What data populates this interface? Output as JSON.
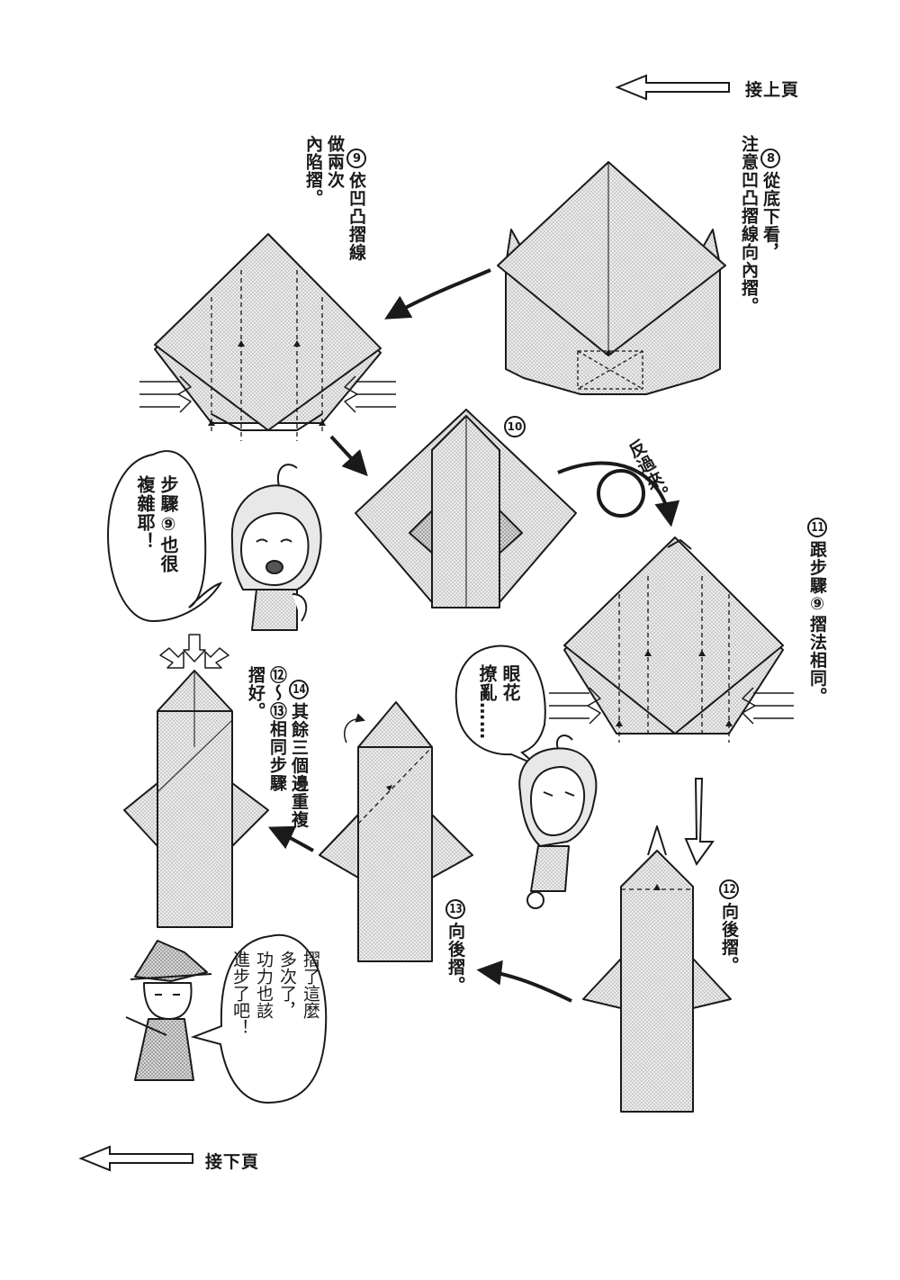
{
  "navigation": {
    "prev_page": "接上頁",
    "next_page": "接下頁"
  },
  "steps": [
    {
      "number": "8",
      "text": "從底下看，\n注意凹凸摺線向內摺。"
    },
    {
      "number": "9",
      "text": "依凹凸摺線\n做兩次\n內陷摺。"
    },
    {
      "number": "10",
      "text": ""
    },
    {
      "number": "11",
      "text": "跟步驟⑨摺法相同。"
    },
    {
      "number": "12",
      "text": "向後摺。"
    },
    {
      "number": "13",
      "text": "向後摺。"
    },
    {
      "number": "14",
      "text": "其餘三個邊重複\n⑫～⑬相同步驟\n摺好。"
    }
  ],
  "annotations": {
    "flip": "反過來。"
  },
  "speech_bubbles": [
    {
      "id": "girl-1",
      "text": "步驟⑨也很\n複雜耶！"
    },
    {
      "id": "girl-2",
      "text": "眼花\n撩亂……"
    },
    {
      "id": "wizard",
      "text": "摺了這麼\n多次了，\n功力也該\n進步了吧！"
    }
  ],
  "colors": {
    "ink": "#1a1a1a",
    "paper_fill": "#e4e4e4",
    "paper_fill_dark": "#c9c9c9",
    "background": "#ffffff"
  }
}
